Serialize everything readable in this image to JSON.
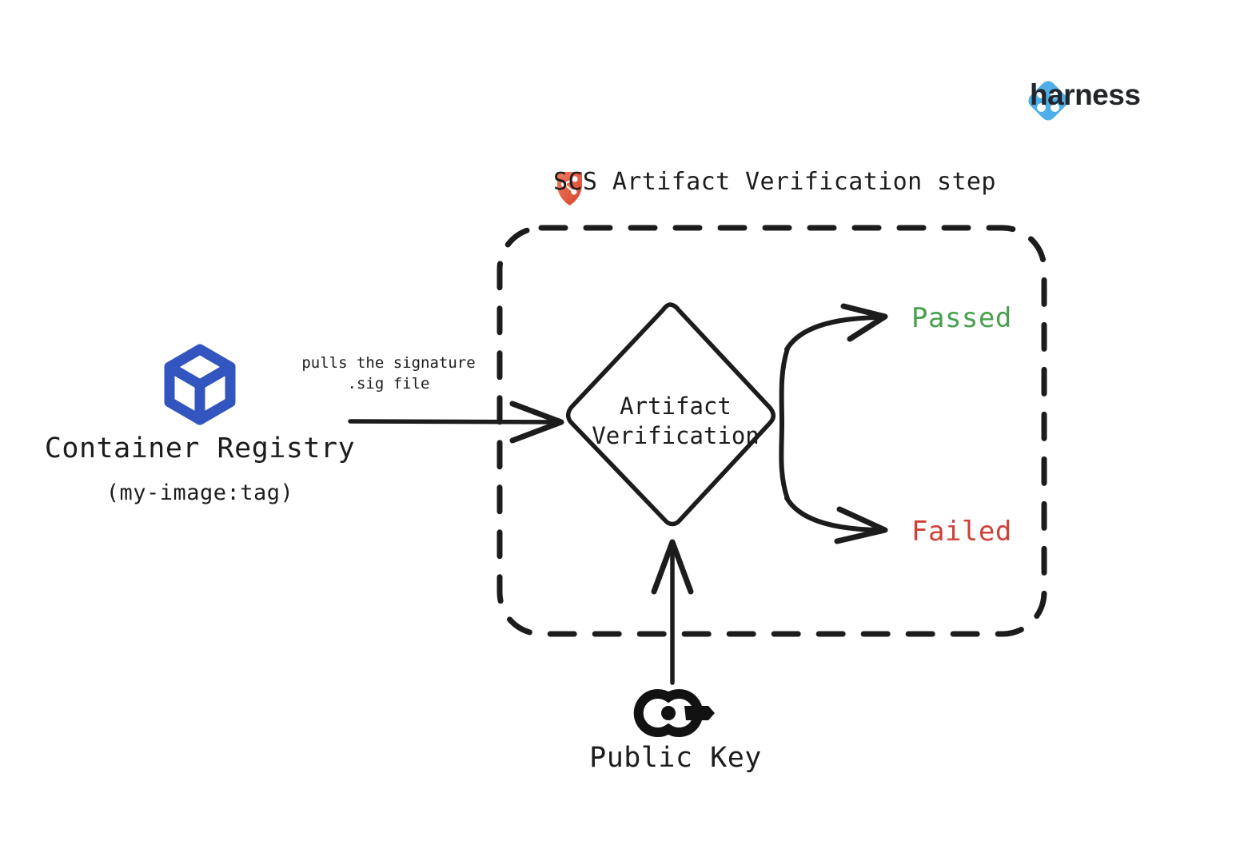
{
  "brand": {
    "logo_icon": "harness-diamond-logo-icon",
    "wordmark": "harness",
    "logo_color": "#4DAEE8"
  },
  "step": {
    "icon": "scs-shield-icon",
    "icon_color": "#E05C41",
    "title": "SCS Artifact Verification step",
    "container_style": "dashed-rounded-box"
  },
  "nodes": {
    "container_registry": {
      "icon": "container-cube-icon",
      "icon_color": "#3355C0",
      "label": "Container Registry",
      "sublabel": "(my-image:tag)"
    },
    "decision": {
      "shape": "diamond",
      "label_line1": "Artifact",
      "label_line2": "Verification"
    },
    "public_key": {
      "icon": "key-icon",
      "icon_color": "#121212",
      "label": "Public Key"
    }
  },
  "outcomes": [
    {
      "label": "Passed",
      "color": "#47A04F",
      "name": "outcome-passed"
    },
    {
      "label": "Failed",
      "color": "#CF4037",
      "name": "outcome-failed"
    }
  ],
  "edges": {
    "registry_to_decision": {
      "caption_line1": "pulls the signature",
      "caption_line2": ".sig file"
    },
    "public_key_to_decision": {
      "caption": ""
    }
  },
  "colors": {
    "stroke": "#1c1c1c",
    "background": "#ffffff",
    "passed": "#47A04F",
    "failed": "#CF4037",
    "brand_blue": "#4DAEE8",
    "cube_blue": "#3355C0",
    "shield_red": "#E05C41"
  }
}
